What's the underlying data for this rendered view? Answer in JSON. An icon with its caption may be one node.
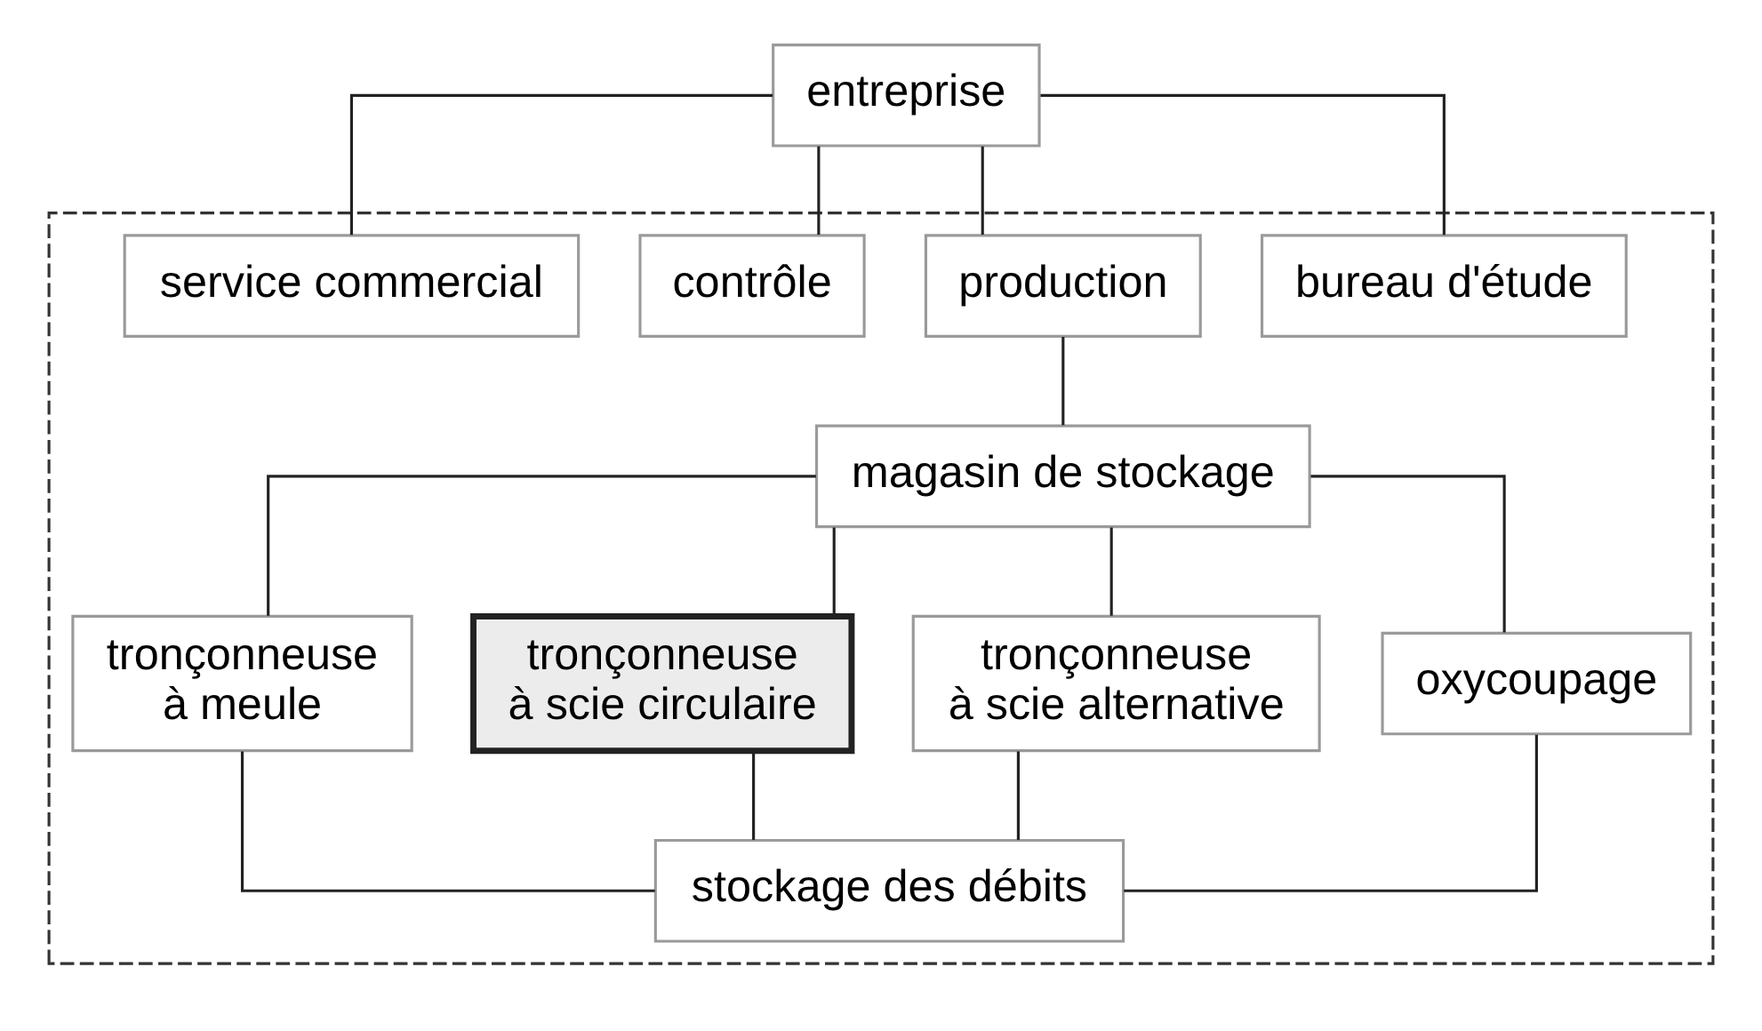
{
  "diagram": {
    "nodes": [
      {
        "text": [
          "entreprise"
        ]
      },
      {
        "text": [],
        "shape": "box"
      },
      {
        "text": [
          "bureau d'étude"
        ],
        "in": 1
      },
      {
        "text": [
          "production"
        ],
        "in": 1
      },
      {
        "text": [
          "contrôle"
        ],
        "in": 1
      },
      {
        "text": [
          "service commercial"
        ],
        "in": 1
      },
      {
        "text": [
          "magasin de stockage"
        ],
        "in": 1
      },
      {
        "text": [
          "tronçonneuse à meule"
        ],
        "in": 1
      },
      {
        "text": [
          "tronçonneuse à scie circulaire"
        ],
        "in": 1
      },
      {
        "text": [
          "tronçonneuse à scie alternative"
        ],
        "in": 1
      },
      {
        "text": [
          "oxycoupage"
        ],
        "in": 1
      },
      {
        "text": [
          "stockage des débits"
        ],
        "in": 1
      }
    ],
    "edges": [
      {
        "from": 0,
        "to": 2,
        "arrow": "none"
      },
      {
        "from": 0,
        "to": 3,
        "arrow": "none"
      },
      {
        "from": 0,
        "to": 4,
        "arrow": "none"
      },
      {
        "from": 0,
        "to": 5,
        "arrow": "none"
      },
      {
        "from": 3,
        "to": 6,
        "arrow": "none"
      },
      {
        "from": 6,
        "to": 7,
        "arrow": "none"
      },
      {
        "from": 6,
        "to": 8,
        "arrow": "none"
      },
      {
        "from": 6,
        "to": 9,
        "arrow": "none"
      },
      {
        "from": 6,
        "to": 10,
        "arrow": "none"
      },
      {
        "from": 7,
        "to": 11,
        "arrow": "none"
      },
      {
        "from": 8,
        "to": 11,
        "arrow": "none"
      },
      {
        "from": 9,
        "to": 11,
        "arrow": "none"
      },
      {
        "from": 10,
        "to": 11,
        "arrow": "none"
      }
    ]
  }
}
